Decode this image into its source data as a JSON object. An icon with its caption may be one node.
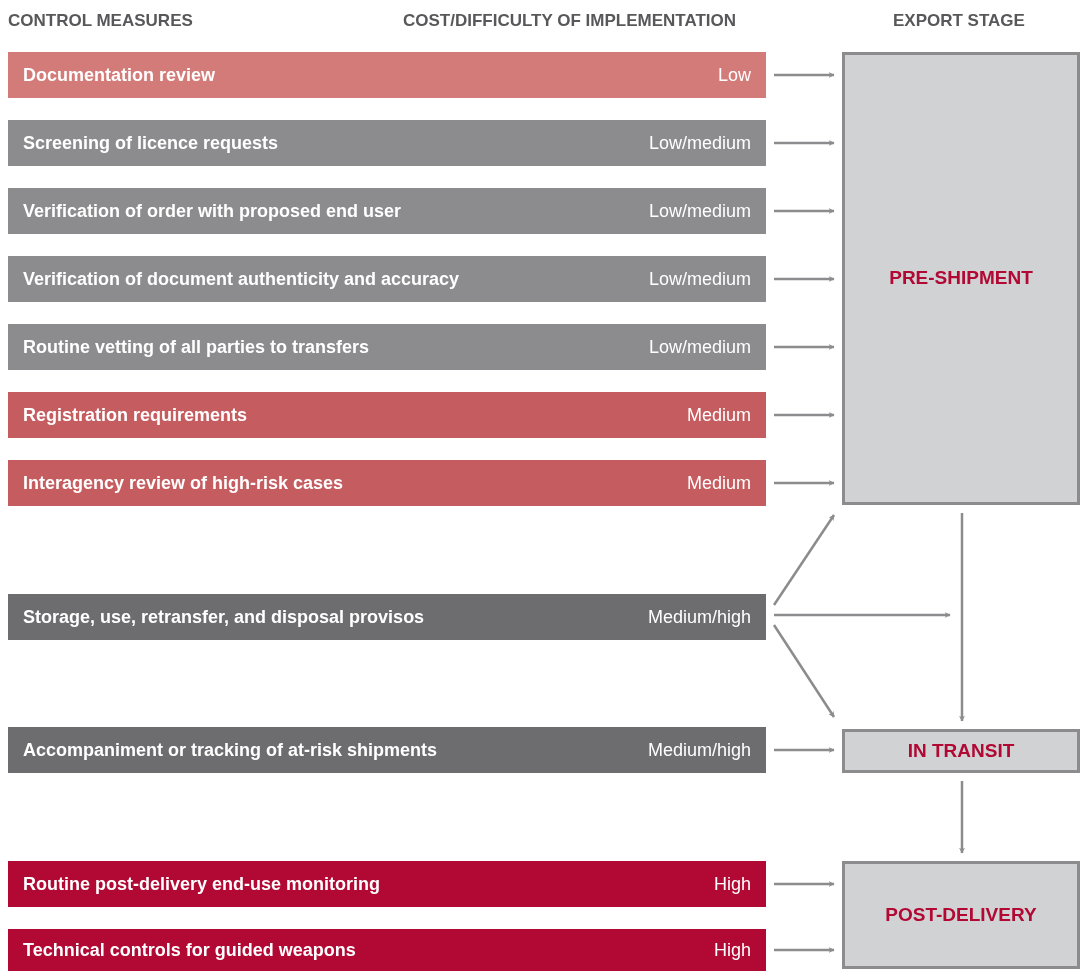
{
  "diagram": {
    "nodes": [
      {
        "text": [
          "Documentation review",
          "Low"
        ]
      },
      {
        "text": [
          "Screening of licence requests",
          "Low/medium"
        ]
      },
      {
        "text": [
          "Verification of order with proposed end user",
          "Low/medium"
        ]
      },
      {
        "text": [
          "Verification of document authenticity and accuracy",
          "Low/medium"
        ]
      },
      {
        "text": [
          "Routine vetting of all parties to transfers",
          "Low/medium"
        ]
      },
      {
        "text": [
          "Registration requirements",
          "Medium"
        ]
      },
      {
        "text": [
          "Interagency review of high-risk cases",
          "Medium"
        ]
      },
      {
        "text": [
          "Storage, use, retransfer, and disposal provisos",
          "Medium/high"
        ]
      },
      {
        "text": [
          "Accompaniment or tracking of at-risk shipments",
          "Medium/high"
        ]
      },
      {
        "text": [
          "Routine post-delivery end-use monitoring",
          "High"
        ]
      },
      {
        "text": [
          "Technical controls for guided weapons",
          "High"
        ]
      },
      {
        "text": [
          "PRE-SHIPMENT"
        ]
      },
      {
        "text": [
          "IN TRANSIT"
        ]
      },
      {
        "text": [
          "POST-DELIVERY"
        ]
      }
    ],
    "edges": [
      {
        "from": 0,
        "to": 11,
        "arrow": "to"
      },
      {
        "from": 1,
        "to": 11,
        "arrow": "to"
      },
      {
        "from": 2,
        "to": 11,
        "arrow": "to"
      },
      {
        "from": 3,
        "to": 11,
        "arrow": "to"
      },
      {
        "from": 4,
        "to": 11,
        "arrow": "to"
      },
      {
        "from": 5,
        "to": 11,
        "arrow": "to"
      },
      {
        "from": 6,
        "to": 11,
        "arrow": "to"
      },
      {
        "from": 7,
        "to": 11,
        "arrow": "to"
      },
      {
        "from": 7,
        "to": null,
        "arrow": "to"
      },
      {
        "from": 7,
        "to": 12,
        "arrow": "to"
      },
      {
        "from": 8,
        "to": 12,
        "arrow": "to"
      },
      {
        "from": 9,
        "to": 13,
        "arrow": "to"
      },
      {
        "from": 10,
        "to": 13,
        "arrow": "to"
      },
      {
        "from": 11,
        "to": 12,
        "arrow": "to"
      },
      {
        "from": 12,
        "to": 13,
        "arrow": "to"
      }
    ],
    "labels": [
      "CONTROL MEASURES",
      "COST/DIFFICULTY OF IMPLEMENTATION",
      "EXPORT STAGE"
    ]
  }
}
